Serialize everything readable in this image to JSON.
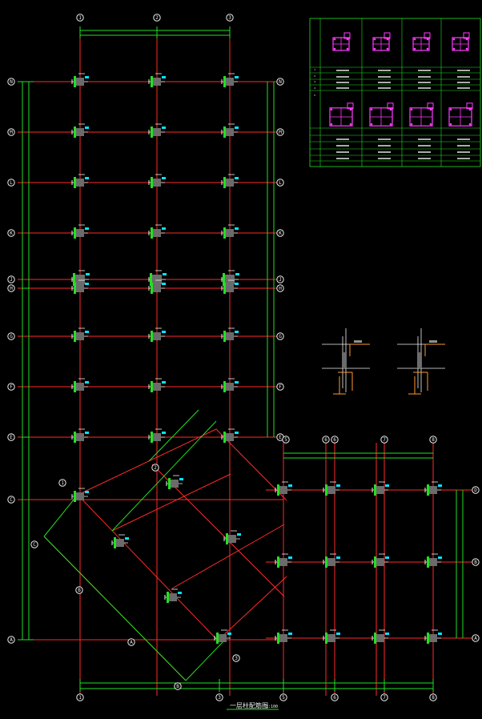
{
  "drawing": {
    "title": "一层柱配筋图",
    "scale": "1:100",
    "colors": {
      "grid": "#ff2a2a",
      "dim": "#22e022",
      "bubble": "#eeeeee",
      "column": "#6b6b6b",
      "rebar": "#ff3cff",
      "label": "#00e5ff",
      "white": "#f2f2f2",
      "orange": "#ff9a2a"
    }
  },
  "grid": {
    "top_x": [
      "1",
      "2",
      "3"
    ],
    "rows": [
      "N",
      "M",
      "L",
      "K",
      "J",
      "H",
      "G",
      "F",
      "E",
      "C",
      "A"
    ],
    "right_x": [
      "5",
      "6",
      "6",
      "7",
      "8"
    ],
    "bottom_x": [
      "1",
      "3",
      "5",
      "6",
      "7",
      "8"
    ],
    "wing_rows": [
      "D",
      "B",
      "A"
    ],
    "diagonal_axes": [
      "1",
      "2",
      "3",
      "C",
      "B",
      "A"
    ]
  },
  "column_schedule": {
    "rows": [
      "1",
      "2",
      "3",
      "4",
      "5"
    ]
  }
}
